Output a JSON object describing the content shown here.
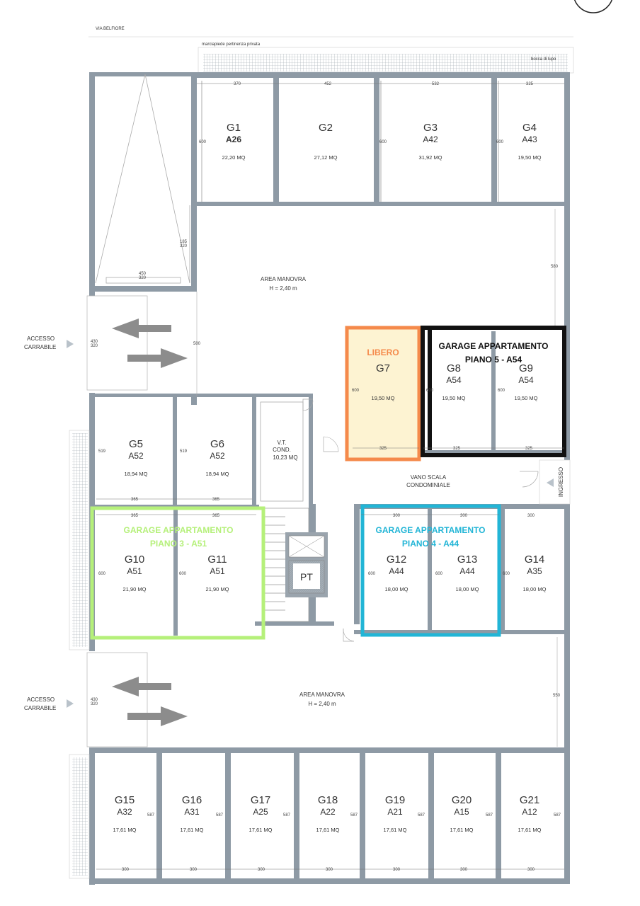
{
  "header": {
    "street": "VIA BELFIORE",
    "sidewalk": "marciapiede pertinenza privata",
    "light_well": "bocca di lupo"
  },
  "areas": {
    "manovra_top": {
      "title": "AREA MANOVRA",
      "height": "H = 2,40 m"
    },
    "manovra_bottom": {
      "title": "AREA MANOVRA",
      "height": "H = 2,40 m"
    },
    "accesso_top": [
      "ACCESSO",
      "CARRABILE"
    ],
    "accesso_bottom": [
      "ACCESSO",
      "CARRABILE"
    ],
    "vt": [
      "V.T.",
      "COND.",
      "10,23 MQ"
    ],
    "vano_scala": [
      "VANO SCALA",
      "CONDOMINIALE"
    ],
    "ingresso": "INGRESSO",
    "pt": "PT"
  },
  "callouts": {
    "libero": "LIBERO",
    "piano5": [
      "GARAGE APPARTAMENTO",
      "PIANO 5 - A54"
    ],
    "piano3": [
      "GARAGE APPARTAMENTO",
      "PIANO 3 - A51"
    ],
    "piano4": [
      "GARAGE APPARTAMENTO",
      "PIANO 4 - A44"
    ]
  },
  "colors": {
    "libero": "#f58a4b",
    "libero_fill": "#fdf3d2",
    "piano5": "#111111",
    "piano3": "#b5f07a",
    "piano4": "#22b5d6",
    "wall": "#8e9aa5"
  },
  "garages": [
    {
      "id": "G1",
      "apt": "A26",
      "area": "22,20 MQ"
    },
    {
      "id": "G2",
      "apt": "",
      "area": "27,12 MQ"
    },
    {
      "id": "G3",
      "apt": "A42",
      "area": "31,92 MQ"
    },
    {
      "id": "G4",
      "apt": "A43",
      "area": "19,50 MQ"
    },
    {
      "id": "G5",
      "apt": "A52",
      "area": "18,94 MQ"
    },
    {
      "id": "G6",
      "apt": "A52",
      "area": "18,94 MQ"
    },
    {
      "id": "G7",
      "apt": "",
      "area": "19,50 MQ"
    },
    {
      "id": "G8",
      "apt": "A54",
      "area": "19,50 MQ"
    },
    {
      "id": "G9",
      "apt": "A54",
      "area": "19,50 MQ"
    },
    {
      "id": "G10",
      "apt": "A51",
      "area": "21,90 MQ"
    },
    {
      "id": "G11",
      "apt": "A51",
      "area": "21,90 MQ"
    },
    {
      "id": "G12",
      "apt": "A44",
      "area": "18,00 MQ"
    },
    {
      "id": "G13",
      "apt": "A44",
      "area": "18,00 MQ"
    },
    {
      "id": "G14",
      "apt": "A35",
      "area": "18,00 MQ"
    },
    {
      "id": "G15",
      "apt": "A32",
      "area": "17,61 MQ"
    },
    {
      "id": "G16",
      "apt": "A31",
      "area": "17,61 MQ"
    },
    {
      "id": "G17",
      "apt": "A25",
      "area": "17,61 MQ"
    },
    {
      "id": "G18",
      "apt": "A22",
      "area": "17,61 MQ"
    },
    {
      "id": "G19",
      "apt": "A21",
      "area": "17,61 MQ"
    },
    {
      "id": "G20",
      "apt": "A15",
      "area": "17,61 MQ"
    },
    {
      "id": "G21",
      "apt": "A12",
      "area": "17,61 MQ"
    }
  ],
  "dims": {
    "top": [
      "370",
      "452",
      "532",
      "325"
    ],
    "top_depth": "600",
    "right_upper": "580",
    "left_ramp": "500",
    "g789_width": "325",
    "g789_depth": "600",
    "g56_depth": "519",
    "g56_width": "365",
    "g1011_depth": "600",
    "g1214_width": "300",
    "g1214_depth": "600",
    "right_lower": "550",
    "bottom_depth": "587",
    "bottom_width": "300",
    "ramp_small": "430",
    "ramp_small2": "320",
    "g1_small": "185",
    "g1_small2": "320",
    "ramp_top_small": "450",
    "ramp_top_small2": "320"
  }
}
